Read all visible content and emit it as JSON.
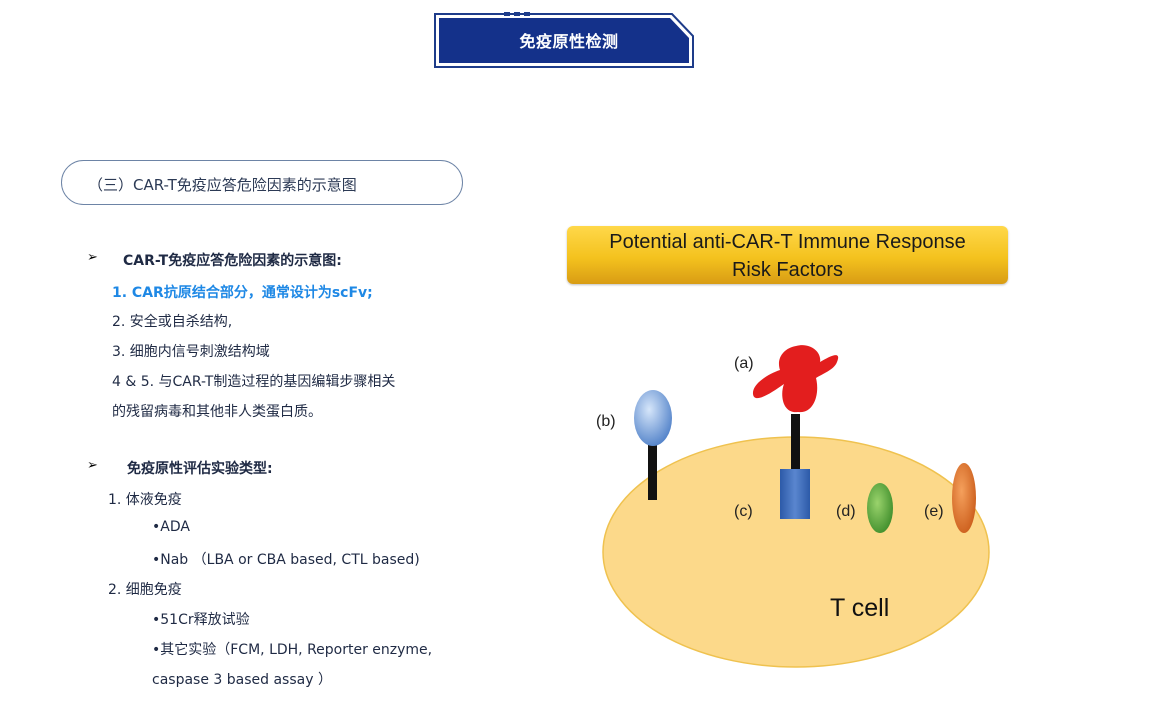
{
  "header": {
    "title": "免疫原性检测"
  },
  "section": {
    "title": "（三）CAR-T免疫应答危险因素的示意图"
  },
  "list1": {
    "heading": "CAR-T免疫应答危险因素的示意图:",
    "items": [
      "1. CAR抗原结合部分，通常设计为scFv;",
      "2. 安全或自杀结构,",
      "3. 细胞内信号刺激结构域",
      "4 & 5. 与CAR-T制造过程的基因编辑步骤相关",
      "的残留病毒和其他非人类蛋白质。"
    ]
  },
  "list2": {
    "heading": "免疫原性评估实验类型:",
    "humoral": "1. 体液免疫",
    "humoral_items": [
      "•ADA",
      "•Nab （LBA or CBA based, CTL based)"
    ],
    "cellular": "2. 细胞免疫",
    "cellular_items": [
      "•51Cr释放试验",
      "•其它实验（FCM, LDH, Reporter enzyme,",
      "caspase 3 based assay ）"
    ]
  },
  "figure": {
    "title_line1": "Potential anti-CAR-T Immune Response",
    "title_line2": "Risk Factors",
    "labels": {
      "a": "(a)",
      "b": "(b)",
      "c": "(c)",
      "d": "(d)",
      "e": "(e)"
    },
    "cell_label": "T cell",
    "colors": {
      "cell": "#fcd98a",
      "receptor_head": "#e31e1e",
      "stalk": "#111111",
      "domain_c": "#3f6fbf",
      "blob_b": "#8fb5e6",
      "blob_d": "#5aa83a",
      "blob_e": "#e67a2e"
    }
  }
}
